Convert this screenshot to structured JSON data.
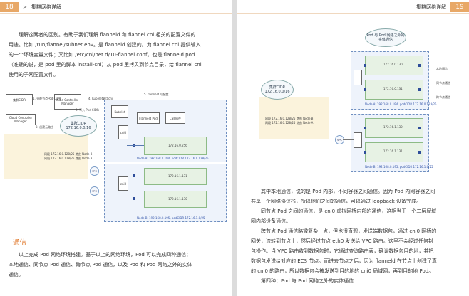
{
  "left_page": {
    "page_number": "18",
    "header_sep": ">",
    "header_title": "集群网络详解",
    "intro_lines": [
      "理解这两者的区别。有助于我们理解 flanneld 和 flannel cni 相关的配置文件的",
      "用途。比如 /run/flannel/subnet.env。是 flanneld 创建的。为 flannel cni 提供输入",
      "的一个环境变量文件；又比如 /etc/cni/net.d/10-flannel.conf。也是 flanneld pod",
      "（准确的说，是 pod 里的脚本 install-cni）从 pod 里拷贝到节点目录，给 flannel cni",
      "使用的子网配置文件。"
    ],
    "section_title": "通信",
    "section_lines": [
      "以上完成 Pod 网络环境搭建。基于以上的网络环境，Pod 可以完成四种通信：",
      "本地通信、同节点 Pod 通信、跨节点 Pod 通信，以及 Pod 和 Pod 网络之外的实体",
      "通信。"
    ],
    "diagram": {
      "cidr_label": "集群CIDR",
      "cidr_value": "172.16.0.0/16",
      "kube_controller": "Kube-Controller-Manager",
      "cloud_controller": "Cloud Controller Manager",
      "cloud_label": "集群CIDR",
      "route_text_1": "网段 172.16.0.128/25 路由 Node B",
      "route_text_2": "网段 172.16.0.128/25 路由 Node A",
      "kubelet": "Kubelet",
      "flanneld_pod": "Flanneld Pod",
      "cni_plugin": "CNI 插件",
      "subnet_a": "172.16.0.256",
      "subnet_b1": "172.16.1.131",
      "subnet_b2": "172.16.1.130",
      "step1": "1. 分配节点Pod CIDR",
      "step2": "2. 写入 Pod CIDR",
      "step3": "3. 创建云路由",
      "step4": "4. Kubelet调用cni",
      "step5": "5. flanneld 写配置",
      "node_a_label": "Node A: 192.168.0.194, podCIDR 172.16.0.128/25",
      "node_b_label": "Node B: 192.168.0.195, podCIDR 172.16.1.0/25",
      "cni0": "cni0",
      "vpc": "VPC"
    }
  },
  "right_page": {
    "page_number": "19",
    "header_title": "集群网络详解",
    "body_lines": [
      "其中本地通信，说的是 Pod 内部，不同容器之间通信。因为 Pod 内网容器之间",
      "共享一个网络协议栈，所以他们之间的通信，可以通过 loopback 设备完成。",
      "同节点 Pod 之间的通信，是 cni0 虚拟网桥内部的通信，这相当于一个二层局域",
      "网内部设备通信。",
      "跨节点 Pod 通信略微复杂一点，但也很直观，发送端数据包，通过 cni0 网桥的",
      "网关，流转到节点上，然后经过节点 eth0 发送给 VPC 路由。这里不会经过任何封",
      "包操作。当 VPC 路由收到数据包时，它通过查询路由表，确认数据包目的地，并把",
      "数据包发送给对应的 ECS 节点。而进去节点之后，因为 flanneld 在节点上创建了真",
      "的 cni0 的路由，所以数据包会被发送到目的地的 cni0 局域网，再到目的地 Pod。",
      "第四种：Pod 与 Pod 网络之外的实体通信"
    ],
    "diagram": {
      "cidr_label": "集群CIDR",
      "cidr_value": "172.16.0.0/16",
      "cloud_text": "Pod 与 Pod 网络之外的实体通信",
      "route_text_1": "网段 172.16.0.128/25 路由 Node B",
      "route_text_2": "网段 172.16.0.128/25 路由 Node A",
      "subnet_1": "172.16.0.130",
      "subnet_2": "172.16.0.131",
      "subnet_3": "172.16.1.130",
      "subnet_4": "172.16.1.131",
      "node_a_label": "Node A: 192.168.0.194, podCIDR 172.16.0.128/25",
      "node_b_label": "Node B: 192.168.0.195, podCIDR 172.16.1.0/25",
      "label_local": "本地通信",
      "label_same": "同节点通信",
      "label_cross": "跨节点通信",
      "vpc": "VPC"
    }
  },
  "colors": {
    "accent_orange": "#e8a867",
    "section_orange": "#e07a2e",
    "node_blue": "#eef3fb",
    "subnet_green": "#e7f2e4",
    "route_yellow": "#fbf3dc"
  }
}
